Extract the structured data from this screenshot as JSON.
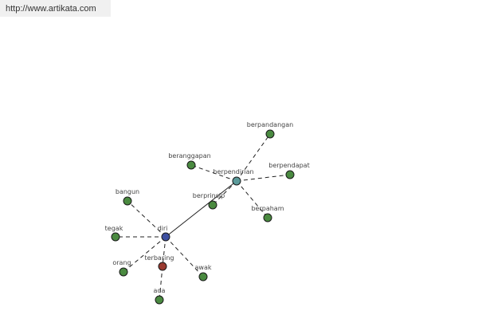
{
  "header": {
    "url": "http://www.artikata.com"
  },
  "graph": {
    "colors": {
      "root": "#3d4fa0",
      "hub": "#5b9a9a",
      "leaf": "#4a8a40",
      "highlight": "#9a3a30",
      "edge": "#222222"
    },
    "nodes": [
      {
        "id": "diri",
        "label": "diri",
        "kind": "root"
      },
      {
        "id": "berpendirian",
        "label": "berpendirian",
        "kind": "hub"
      },
      {
        "id": "berpandangan",
        "label": "berpandangan",
        "kind": "leaf"
      },
      {
        "id": "beranggapan",
        "label": "beranggapan",
        "kind": "leaf"
      },
      {
        "id": "berpendapat",
        "label": "berpendapat",
        "kind": "leaf"
      },
      {
        "id": "berprinsip",
        "label": "berprinsip",
        "kind": "leaf"
      },
      {
        "id": "berpaham",
        "label": "berpaham",
        "kind": "leaf"
      },
      {
        "id": "bangun",
        "label": "bangun",
        "kind": "leaf"
      },
      {
        "id": "tegak",
        "label": "tegak",
        "kind": "leaf"
      },
      {
        "id": "orang",
        "label": "orang",
        "kind": "leaf"
      },
      {
        "id": "terbaring",
        "label": "terbaring",
        "kind": "highlight"
      },
      {
        "id": "awak",
        "label": "awak",
        "kind": "leaf"
      },
      {
        "id": "ada",
        "label": "ada",
        "kind": "leaf"
      }
    ],
    "edges": [
      {
        "from": "diri",
        "to": "berpendirian",
        "style": "solid"
      },
      {
        "from": "berpendirian",
        "to": "berpandangan",
        "style": "dashed"
      },
      {
        "from": "berpendirian",
        "to": "beranggapan",
        "style": "dashed"
      },
      {
        "from": "berpendirian",
        "to": "berpendapat",
        "style": "dashed"
      },
      {
        "from": "berpendirian",
        "to": "berprinsip",
        "style": "dashed"
      },
      {
        "from": "berpendirian",
        "to": "berpaham",
        "style": "dashed"
      },
      {
        "from": "diri",
        "to": "bangun",
        "style": "dashed"
      },
      {
        "from": "diri",
        "to": "tegak",
        "style": "dashed"
      },
      {
        "from": "diri",
        "to": "orang",
        "style": "dashed"
      },
      {
        "from": "diri",
        "to": "terbaring",
        "style": "dashed"
      },
      {
        "from": "diri",
        "to": "awak",
        "style": "dashed"
      },
      {
        "from": "terbaring",
        "to": "ada",
        "style": "dashed"
      }
    ]
  }
}
